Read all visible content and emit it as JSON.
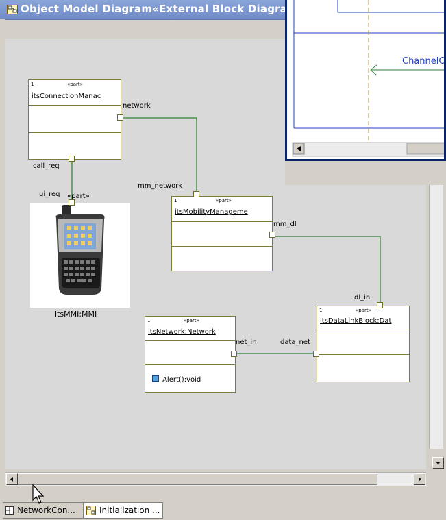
{
  "window": {
    "title": "Object Model Diagram«External Block Diagram»"
  },
  "popup": {
    "channel_label": "ChannelC"
  },
  "blocks": {
    "connection_manager": {
      "multiplicity": "1",
      "stereotype": "«part»",
      "name": "itsConnectionManac"
    },
    "mobility_management": {
      "multiplicity": "1",
      "stereotype": "«part»",
      "name": "itsMobilityManageme"
    },
    "network": {
      "multiplicity": "1",
      "stereotype": "«part»",
      "name": "itsNetwork:Network",
      "operation": "Alert():void"
    },
    "datalink": {
      "multiplicity": "1",
      "stereotype": "«part»",
      "name": "itsDataLinkBlock:Dat"
    },
    "mmi": {
      "stereotype": "«part»",
      "name": "itsMMI:MMI"
    }
  },
  "ports": {
    "network": "network",
    "call_req": "call_req",
    "ui_req": "ui_req",
    "mm_network": "mm_network",
    "mm_dl": "mm_dl",
    "dl_in": "dl_in",
    "net_in": "net_in",
    "data_net": "data_net"
  },
  "colors": {
    "wire": "#2e7d32",
    "port_border": "#6b6b2a",
    "canvas": "#d9d9d9",
    "title_bar": "#7b96d0",
    "popup_line": "#0a246a"
  },
  "tabs": [
    {
      "label": "NetworkCon...",
      "icon": "diagram-icon"
    },
    {
      "label": "Initialization ...",
      "icon": "diagram-icon"
    }
  ],
  "icons": {
    "title": "diagram-window-icon",
    "operation": "operation-icon",
    "cursor": "mouse-pointer-icon"
  }
}
